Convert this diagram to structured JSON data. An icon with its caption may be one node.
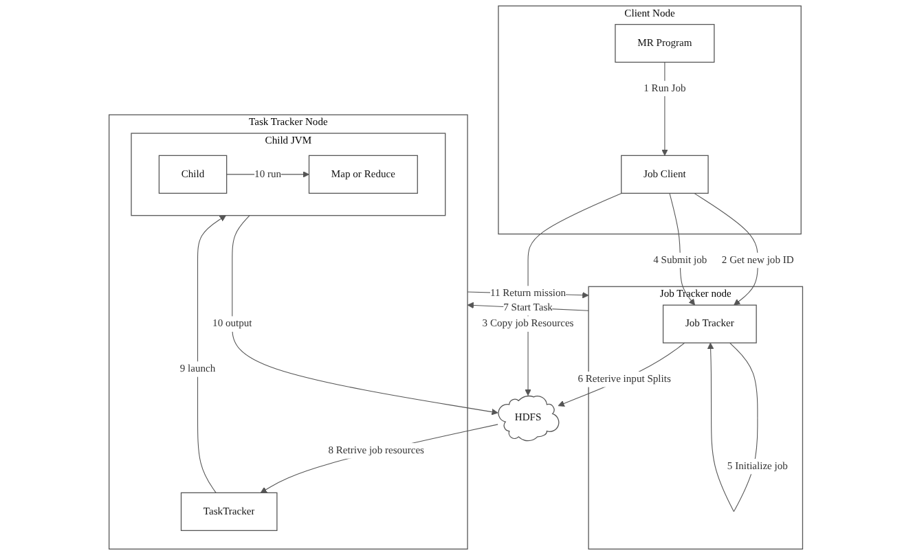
{
  "diagram": {
    "nodes": [
      {
        "text": [
          "Client Node"
        ]
      },
      {
        "text": [
          "MR Program"
        ],
        "in": 0
      },
      {
        "text": [
          "Job Client"
        ],
        "in": 0
      },
      {
        "text": [
          "Job Tracker node"
        ]
      },
      {
        "text": [
          "Job Tracker"
        ],
        "in": 3
      },
      {
        "text": [
          "HDFS"
        ]
      },
      {
        "text": [
          "Task Tracker Node"
        ]
      },
      {
        "text": [
          "TaskTracker"
        ],
        "in": 6
      },
      {
        "text": [
          "Child JVM"
        ],
        "in": 6
      },
      {
        "text": [
          "Child"
        ],
        "in": 8
      },
      {
        "text": [
          "Map or Reduce"
        ],
        "in": 8
      }
    ],
    "edges": [
      {
        "from": 1,
        "to": 2,
        "arrow": "to",
        "label": "1 Run Job"
      },
      {
        "from": 2,
        "to": 4,
        "arrow": "to",
        "label": "2 Get new job ID"
      },
      {
        "from": 2,
        "to": 5,
        "arrow": "to",
        "label": "3 Copy job Resources"
      },
      {
        "from": 2,
        "to": 4,
        "arrow": "to",
        "label": "4 Submit job"
      },
      {
        "from": 4,
        "to": 4,
        "arrow": "to",
        "label": "5 Initialize job"
      },
      {
        "from": 4,
        "to": 5,
        "arrow": "to",
        "label": "6 Reterive input Splits"
      },
      {
        "from": 3,
        "to": 6,
        "arrow": "to",
        "label": "7 Start Task"
      },
      {
        "from": 5,
        "to": 7,
        "arrow": "to",
        "label": "8 Retrive job resources"
      },
      {
        "from": 7,
        "to": 8,
        "arrow": "to",
        "label": "9 launch"
      },
      {
        "from": 9,
        "to": 10,
        "arrow": "to",
        "label": "10 run"
      },
      {
        "from": 8,
        "to": 5,
        "arrow": "to",
        "label": "10 output"
      },
      {
        "from": 6,
        "to": 3,
        "arrow": "to",
        "label": "11 Return mission"
      }
    ]
  }
}
